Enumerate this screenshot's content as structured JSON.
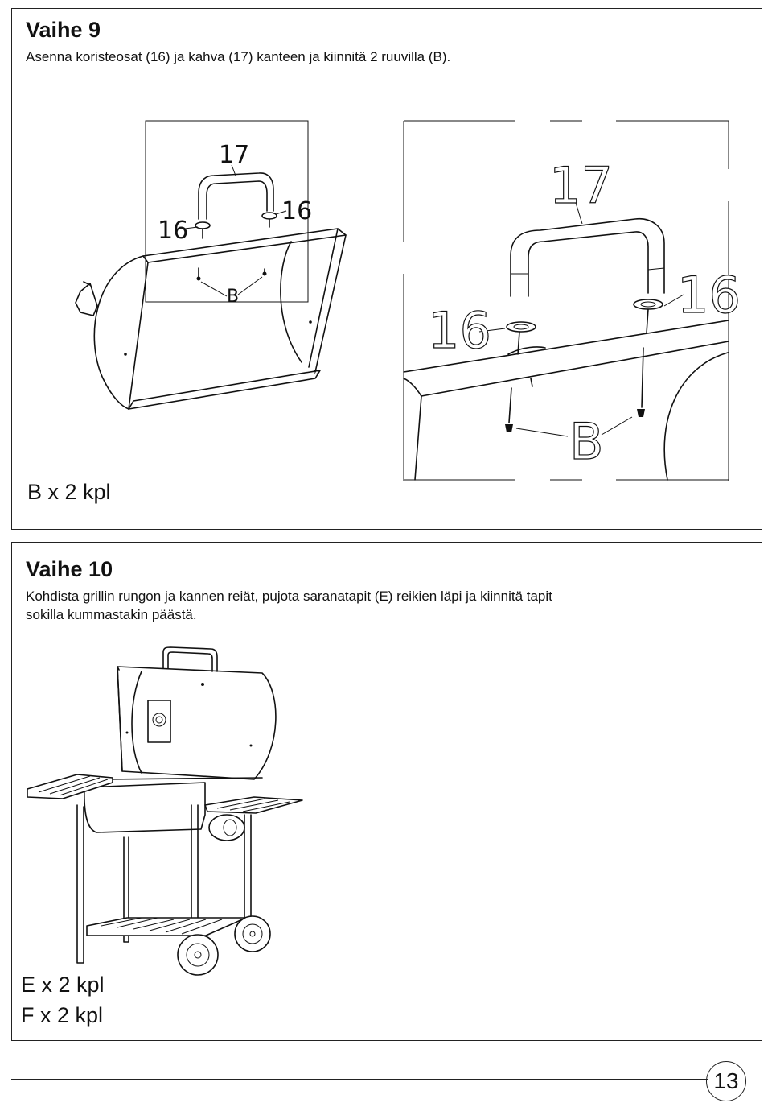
{
  "step9": {
    "title": "Vaihe 9",
    "instruction": "Asenna koristeosat (16) ja kahva (17) kanteen ja kiinnitä 2 ruuvilla (B).",
    "quantity": "B x 2 kpl",
    "labels": {
      "handle": "17",
      "ornament": "16",
      "screw": "B"
    }
  },
  "step10": {
    "title": "Vaihe 10",
    "instruction_line1": "Kohdista grillin rungon ja kannen reiät, pujota saranatapit (E) reikien läpi ja kiinnitä tapit",
    "instruction_line2": "sokilla kummastakin päästä.",
    "quantity_e": "E x 2 kpl",
    "quantity_f": "F x 2 kpl"
  },
  "footer": {
    "page_number": "13"
  }
}
